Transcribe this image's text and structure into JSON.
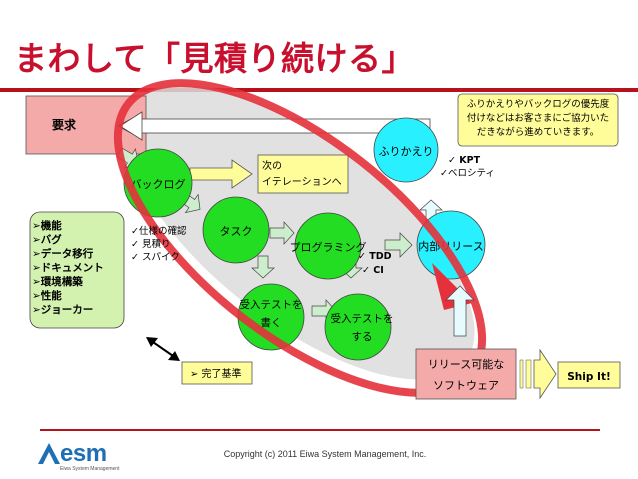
{
  "title": "まわして「見積り続ける」",
  "requirements": {
    "label": "要求",
    "items": [
      "➢機能",
      "➢バグ",
      "➢データ移行",
      "➢ドキュメント",
      "➢環境構築",
      "➢性能",
      "➢ジョーカー"
    ]
  },
  "callout": {
    "lines": [
      "ふりかえりやバックログの優先度",
      "付けなどはお客さまにご協力いた",
      "だきながら進めていきます。"
    ]
  },
  "circles": {
    "backlog": "バックログ",
    "task": "タスク",
    "programming": "プログラミング",
    "write_test": [
      "受入テストを",
      "書く"
    ],
    "do_test": [
      "受入テストを",
      "する"
    ],
    "retro": "ふりかえり",
    "internal_release": "内部リリース"
  },
  "next_iteration": [
    "次の",
    "イテレーションへ"
  ],
  "backlog_notes": [
    "✓仕様の確認",
    "✓ 見積り",
    "✓ スパイク"
  ],
  "dev_notes": [
    "✓ TDD",
    "✓ CI"
  ],
  "retro_notes": [
    "✓ KPT",
    "✓ベロシティ"
  ],
  "done_criteria": "➢ 完了基準",
  "releasable": [
    "リリース可能な",
    "ソフトウェア"
  ],
  "ship": "Ship It!",
  "logo": {
    "name": "esm",
    "sub": "Eiwa System Management"
  },
  "copyright": "Copyright (c) 2011 Eiwa System Management, Inc.",
  "colors": {
    "title": "#c8102e",
    "green": "#22dd22",
    "cyan": "#29f0ff",
    "pink": "#f4aaa8",
    "yellow": "#fffc9a",
    "ring": "#e4313b",
    "mint": "#cdeee6",
    "lightgreen": "#d3f2b0"
  }
}
